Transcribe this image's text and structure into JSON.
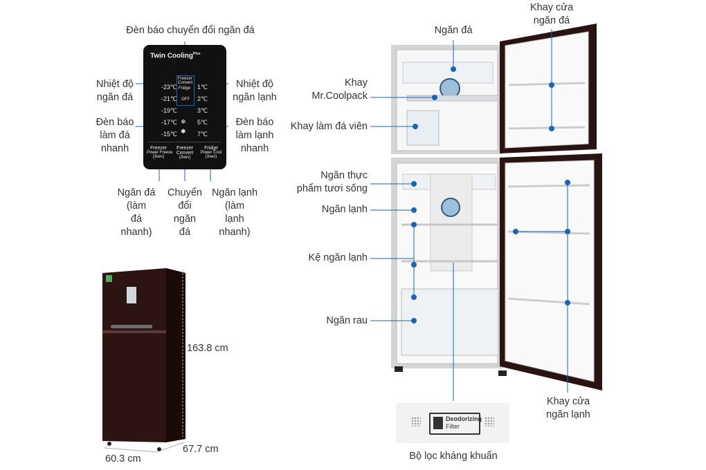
{
  "panel": {
    "brand_twin": "Twin",
    "brand_cooling": "Cooling",
    "brand_plus": "Plus",
    "freezer_temps": [
      "-23℃",
      "-21℃",
      "-19℃",
      "-17℃",
      "-15℃"
    ],
    "fridge_temps": [
      "1℃",
      "2℃",
      "3℃",
      "5℃",
      "7℃"
    ],
    "mode_freezer_convert": "Freezer Convert",
    "mode_fridge": "Fridge",
    "mode_off": "OFF",
    "btn_freezer": "Freezer",
    "btn_freezer_sub": "Power Freeze",
    "btn_freezer_time": "(3sec)",
    "btn_convert": "Freezer",
    "btn_convert2": "Convert",
    "btn_convert_time": "(3sec)",
    "btn_fridge": "Fridge",
    "btn_fridge_sub": "Power Cool",
    "btn_fridge_time": "(3sec)"
  },
  "panel_labels": {
    "top": "Đèn báo chuyển đổi ngăn đá",
    "freezer_temp": "Nhiệt độ\nngăn đá",
    "fridge_temp": "Nhiệt độ\nngăn lạnh",
    "fast_freeze_light": "Đèn báo\nlàm đá\nnhanh",
    "fast_cool_light": "Đèn báo\nlàm lạnh\nnhanh",
    "bottom_freezer": "Ngăn đá\n(làm\nđá\nnhanh)",
    "bottom_convert": "Chuyển\nđổi\nngăn\nđá",
    "bottom_fridge": "Ngăn lạnh\n(làm\nlạnh\nnhanh)"
  },
  "dimensions": {
    "height": "163.8 cm",
    "width": "60.3 cm",
    "depth": "67.7 cm"
  },
  "fridge_labels": {
    "freezer": "Ngăn đá",
    "freezer_door_tray": "Khay cửa\nngăn đá",
    "coolpack_tray": "Khay\nMr.Coolpack",
    "ice_tray": "Khay làm đá viên",
    "fresh_food": "Ngăn thực\nphẩm tươi sống",
    "fridge": "Ngăn lạnh",
    "fridge_shelf": "Kệ ngăn lạnh",
    "vegetable": "Ngăn rau",
    "fridge_door_tray": "Khay cửa\nngăn lạnh",
    "filter_caption": "Bộ lọc kháng khuẩn"
  },
  "filter": {
    "line1": "Deodorizing",
    "line2": "Filter"
  },
  "colors": {
    "accent_blue": "#1565c0",
    "panel_black": "#111111",
    "fridge_body": "#3a1d1a"
  }
}
